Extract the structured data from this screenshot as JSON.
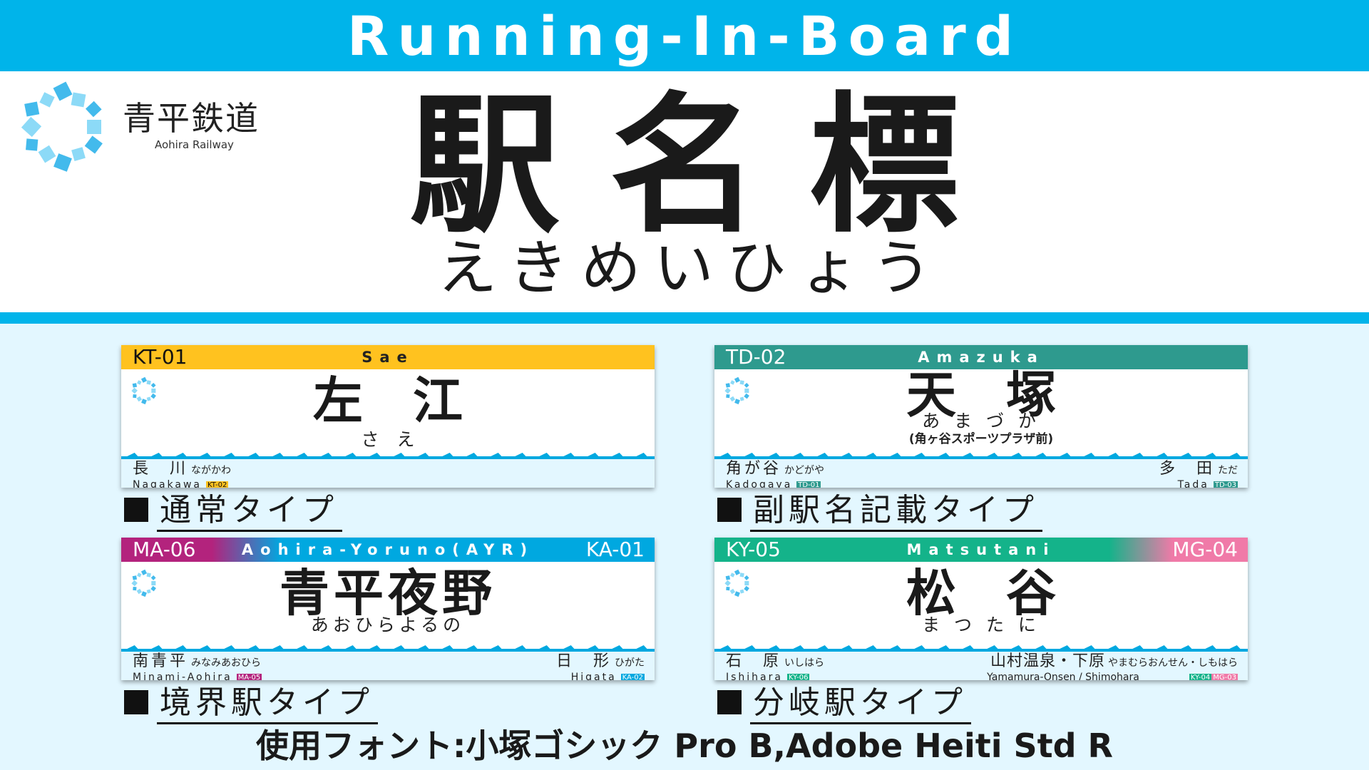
{
  "banner": {
    "title": "Running-In-Board",
    "color": "#00b4ea"
  },
  "company": {
    "name": "青平鉄道",
    "name_en": "Aohira Railway",
    "logo_icon": "ring-of-squares-logo",
    "logo_color": "#4fc8f2"
  },
  "title": {
    "kanji": "駅名標",
    "reading": "えきめいひょう"
  },
  "signs": [
    {
      "id": "normal",
      "bar_color": "#ffc21f",
      "code_left": "KT-01",
      "code_right": "",
      "name_en": "Sae",
      "kanji": "左　江",
      "kana": "さ　え",
      "sub": "",
      "prev": {
        "kanji": "長　川",
        "kana": "ながかわ",
        "roman": "Nagakawa",
        "code": "KT-02",
        "code_color": "#ffc21f"
      },
      "next": null,
      "caption": "通常タイプ"
    },
    {
      "id": "sub-name",
      "bar_color": "#2e9a8e",
      "code_left": "TD-02",
      "code_right": "",
      "name_en": "Amazuka",
      "kanji": "天　塚",
      "kana": "あ ま づ か",
      "sub": "(角ヶ谷スポーツプラザ前)",
      "prev": {
        "kanji": "角が谷",
        "kana": "かどがや",
        "roman": "Kadogaya",
        "code": "TD-01",
        "code_color": "#2e9a8e"
      },
      "next": {
        "kanji": "多　田",
        "kana": "ただ",
        "roman": "Tada",
        "code": "TD-03",
        "code_color": "#2e9a8e"
      },
      "caption": "副駅名記載タイプ"
    },
    {
      "id": "boundary",
      "bar_color": "#00a8e0",
      "bar_color_left": "#b3237d",
      "code_left": "MA-06",
      "code_right": "KA-01",
      "name_en": "Aohira-Yoruno(AYR)",
      "kanji": "青平夜野",
      "kana": "あおひらよるの",
      "sub": "",
      "prev": {
        "kanji": "南青平",
        "kana": "みなみあおひら",
        "roman": "Minami-Aohira",
        "code": "MA-05",
        "code_color": "#b3237d"
      },
      "next": {
        "kanji": "日　形",
        "kana": "ひがた",
        "roman": "Higata",
        "code": "KA-02",
        "code_color": "#00a8e0"
      },
      "caption": "境界駅タイプ"
    },
    {
      "id": "junction",
      "bar_color": "#14b38a",
      "bar_color_right": "#f07aa8",
      "code_left": "KY-05",
      "code_right": "MG-04",
      "name_en": "Matsutani",
      "kanji": "松　谷",
      "kana": "ま つ た に",
      "sub": "",
      "prev": {
        "kanji": "石　原",
        "kana": "いしはら",
        "roman": "Ishihara",
        "code": "KY-06",
        "code_color": "#14b38a"
      },
      "next": {
        "kanji": "山村温泉・下原",
        "kana": "やまむらおんせん・しもはら",
        "roman": "Yamamura-Onsen / Shimohara",
        "code": "KY-04",
        "code_color": "#14b38a",
        "code2": "MG-03",
        "code2_color": "#f07aa8"
      },
      "caption": "分岐駅タイプ"
    }
  ],
  "font_credit": "使用フォント:小塚ゴシック Pro B,Adobe Heiti Std R"
}
